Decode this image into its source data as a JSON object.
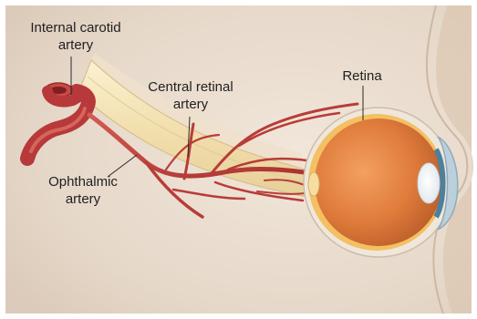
{
  "labels": {
    "internal_carotid": [
      "Internal carotid",
      "artery"
    ],
    "central_retinal": [
      "Central retinal",
      "artery"
    ],
    "ophthalmic": [
      "Ophthalmic",
      "artery"
    ],
    "retina": "Retina"
  },
  "colors": {
    "background": "#e9dcce",
    "artery": "#c2413c",
    "artery_highlight": "#e07a70",
    "optic_nerve": "#f5e4b8",
    "eyeball": "#e0803c",
    "retina_rim": "#f3c060",
    "sclera": "#f2ede4",
    "lens": "#f8f8f8",
    "cornea": "#bcd0dc"
  }
}
